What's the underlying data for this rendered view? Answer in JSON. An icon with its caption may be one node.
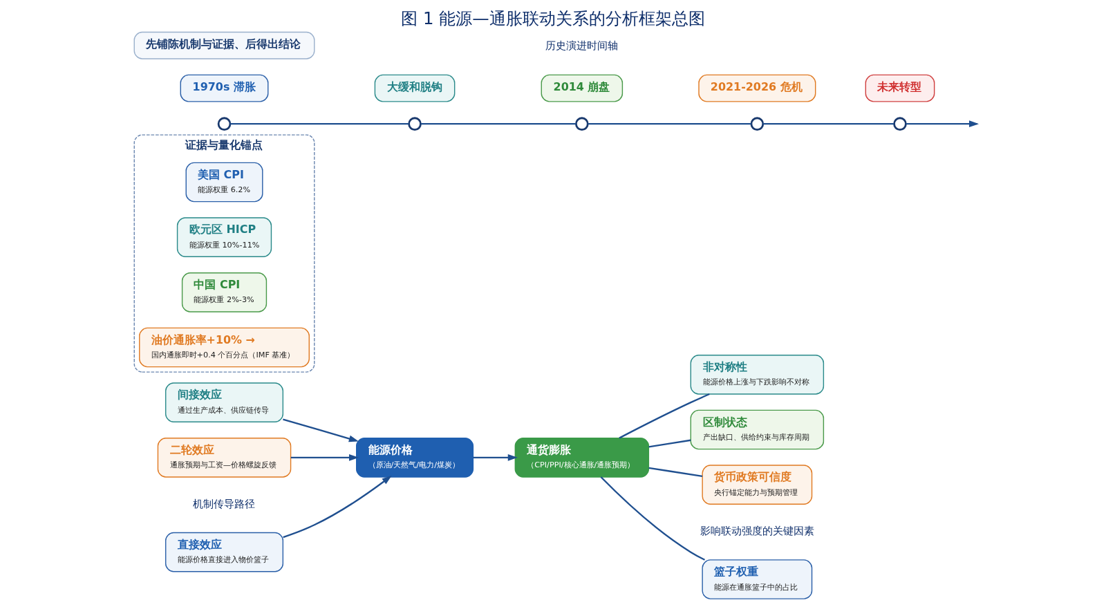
{
  "diagram": {
    "title": "图 1 能源—通胀联动关系的分析框架总图",
    "nodes": [
      {
        "text": [
          "直接效应",
          "能源价格直接进入物价篮子"
        ]
      },
      {
        "text": [
          "间接效应",
          "通过生产成本、供应链传导"
        ]
      },
      {
        "text": [
          "二轮效应",
          "通胀预期与工资—价格螺旋反馈"
        ]
      },
      {
        "text": [
          "能源价格",
          "（原油/天然气/电力/煤炭）"
        ]
      },
      {
        "text": [
          "通货膨胀",
          "（CPI/PPI/核心通胀/通胀预期）"
        ]
      },
      {
        "text": [
          "篮子权重",
          "能源在通胀篮子中的占比"
        ]
      },
      {
        "text": [
          "非对称性",
          "能源价格上涨与下跌影响不对称"
        ]
      },
      {
        "text": [
          "区制状态",
          "产出缺口、供给约束与库存周期"
        ]
      },
      {
        "text": [
          "货币政策可信度",
          "央行锚定能力与预期管理"
        ]
      },
      {
        "text": [
          "证据与量化锚点"
        ]
      },
      {
        "text": [
          "美国 CPI",
          "能源权重 6.2%"
        ],
        "in": 9
      },
      {
        "text": [
          "欧元区 HICP",
          "能源权重 10%-11%"
        ],
        "in": 9
      },
      {
        "text": [
          "中国 CPI",
          "能源权重 2%-3%"
        ],
        "in": 9
      },
      {
        "text": [
          "油价通胀率+10% →",
          "国内通胀即时+0.4 个百分点（IMF 基准）"
        ],
        "in": 9
      },
      {
        "text": [
          "1970s 滞胀"
        ]
      },
      {
        "text": [
          "大缓和脱钩"
        ]
      },
      {
        "text": [
          "2014 崩盘"
        ]
      },
      {
        "text": [
          "2021-2026 危机"
        ]
      },
      {
        "text": [
          "未来转型"
        ]
      },
      {
        "text": [],
        "shape": "circle"
      },
      {
        "text": [],
        "shape": "circle"
      },
      {
        "text": [],
        "shape": "circle"
      },
      {
        "text": [],
        "shape": "circle"
      },
      {
        "text": [],
        "shape": "circle"
      },
      {
        "text": [
          "先铺陈机制与证据、后得出结论"
        ]
      }
    ],
    "edges": [
      {
        "from": 0,
        "to": 3,
        "arrow": "to"
      },
      {
        "from": 1,
        "to": 3,
        "arrow": "to"
      },
      {
        "from": 2,
        "to": 3,
        "arrow": "to"
      },
      {
        "from": 3,
        "to": 4,
        "arrow": "to"
      },
      {
        "from": 4,
        "to": 5,
        "arrow": "none"
      },
      {
        "from": 4,
        "to": 6,
        "arrow": "none"
      },
      {
        "from": 4,
        "to": 7,
        "arrow": "none"
      },
      {
        "from": 4,
        "to": 8,
        "arrow": "none"
      },
      {
        "from": 19,
        "to": 20,
        "arrow": "none"
      },
      {
        "from": 20,
        "to": 21,
        "arrow": "none"
      },
      {
        "from": 21,
        "to": 22,
        "arrow": "none"
      },
      {
        "from": 22,
        "to": 23,
        "arrow": "none"
      },
      {
        "from": 23,
        "to": null,
        "arrow": "to"
      }
    ],
    "labels": [
      "机制传导路径",
      "影响联动强度的关键因素",
      "历史演进时间轴"
    ]
  }
}
